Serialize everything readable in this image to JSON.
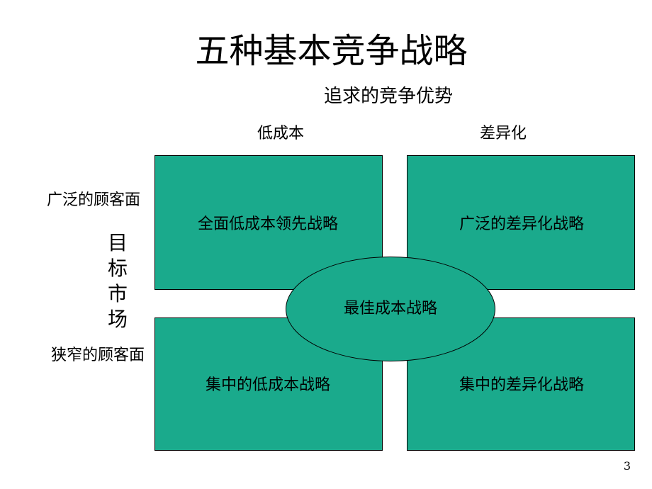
{
  "slide": {
    "title": "五种基本竞争战略",
    "page_number": "3"
  },
  "axes": {
    "horizontal_title": "追求的竞争优势",
    "columns": [
      "低成本",
      "差异化"
    ],
    "vertical_title": "目标市场",
    "rows": [
      "广泛的顾客面",
      "狭窄的顾客面"
    ]
  },
  "strategies": {
    "broad_low_cost": "全面低成本领先战略",
    "broad_differentiation": "广泛的差异化战略",
    "focused_low_cost": "集中的低成本战略",
    "focused_differentiation": "集中的差异化战略",
    "best_cost": "最佳成本战略"
  },
  "colors": {
    "box_fill": "#1aaa8c",
    "border": "#000000",
    "background": "#ffffff"
  }
}
